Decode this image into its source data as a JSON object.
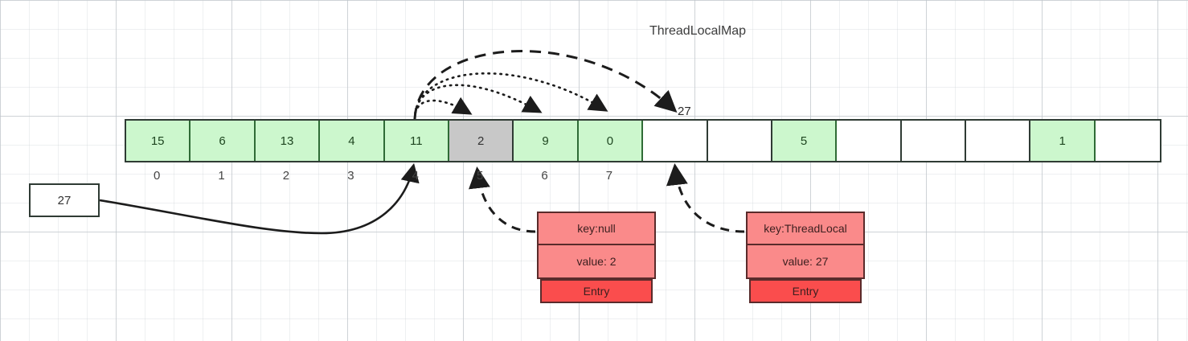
{
  "title": "ThreadLocalMap",
  "colors": {
    "filled_slot": "#ccf7cd",
    "highlight_slot": "#c8c8c8",
    "empty_slot": "#ffffff",
    "entry_field": "#fa8a8a",
    "entry_label": "#fa4d4d",
    "stroke": "#2f3b34"
  },
  "hash_array": {
    "name": "ThreadLocalMap table",
    "slots": [
      {
        "index": "0",
        "value": "15",
        "state": "filled"
      },
      {
        "index": "1",
        "value": "6",
        "state": "filled"
      },
      {
        "index": "2",
        "value": "13",
        "state": "filled"
      },
      {
        "index": "3",
        "value": "4",
        "state": "filled"
      },
      {
        "index": "4",
        "value": "11",
        "state": "filled"
      },
      {
        "index": "5",
        "value": "2",
        "state": "highlight"
      },
      {
        "index": "6",
        "value": "9",
        "state": "filled"
      },
      {
        "index": "7",
        "value": "0",
        "state": "filled"
      },
      {
        "index": "8",
        "value": "",
        "state": "empty"
      },
      {
        "index": "9",
        "value": "",
        "state": "empty"
      },
      {
        "index": "10",
        "value": "5",
        "state": "filled"
      },
      {
        "index": "11",
        "value": "",
        "state": "empty"
      },
      {
        "index": "12",
        "value": "",
        "state": "empty"
      },
      {
        "index": "13",
        "value": "",
        "state": "empty"
      },
      {
        "index": "14",
        "value": "1",
        "state": "filled"
      },
      {
        "index": "15",
        "value": "",
        "state": "empty"
      }
    ],
    "visible_index_labels": [
      "0",
      "1",
      "2",
      "3",
      "4",
      "5",
      "6",
      "7"
    ]
  },
  "value_box": {
    "label": "27"
  },
  "incoming_hash_label": "27",
  "entries": [
    {
      "id": "entry-null",
      "key": "key:null",
      "value": "value: 2",
      "label": "Entry",
      "points_to_index": "5"
    },
    {
      "id": "entry-threadlocal",
      "key": "key:ThreadLocal",
      "value": "value: 27",
      "label": "Entry",
      "points_to_index": "8"
    }
  ],
  "probe_arrows": [
    {
      "from_index": "4",
      "to_index": "5",
      "style": "dotted"
    },
    {
      "from_index": "4",
      "to_index": "6",
      "style": "dotted"
    },
    {
      "from_index": "4",
      "to_index": "7",
      "style": "dotted"
    },
    {
      "from_index": "4",
      "to_index": "8",
      "style": "dashed",
      "label": "27"
    }
  ]
}
